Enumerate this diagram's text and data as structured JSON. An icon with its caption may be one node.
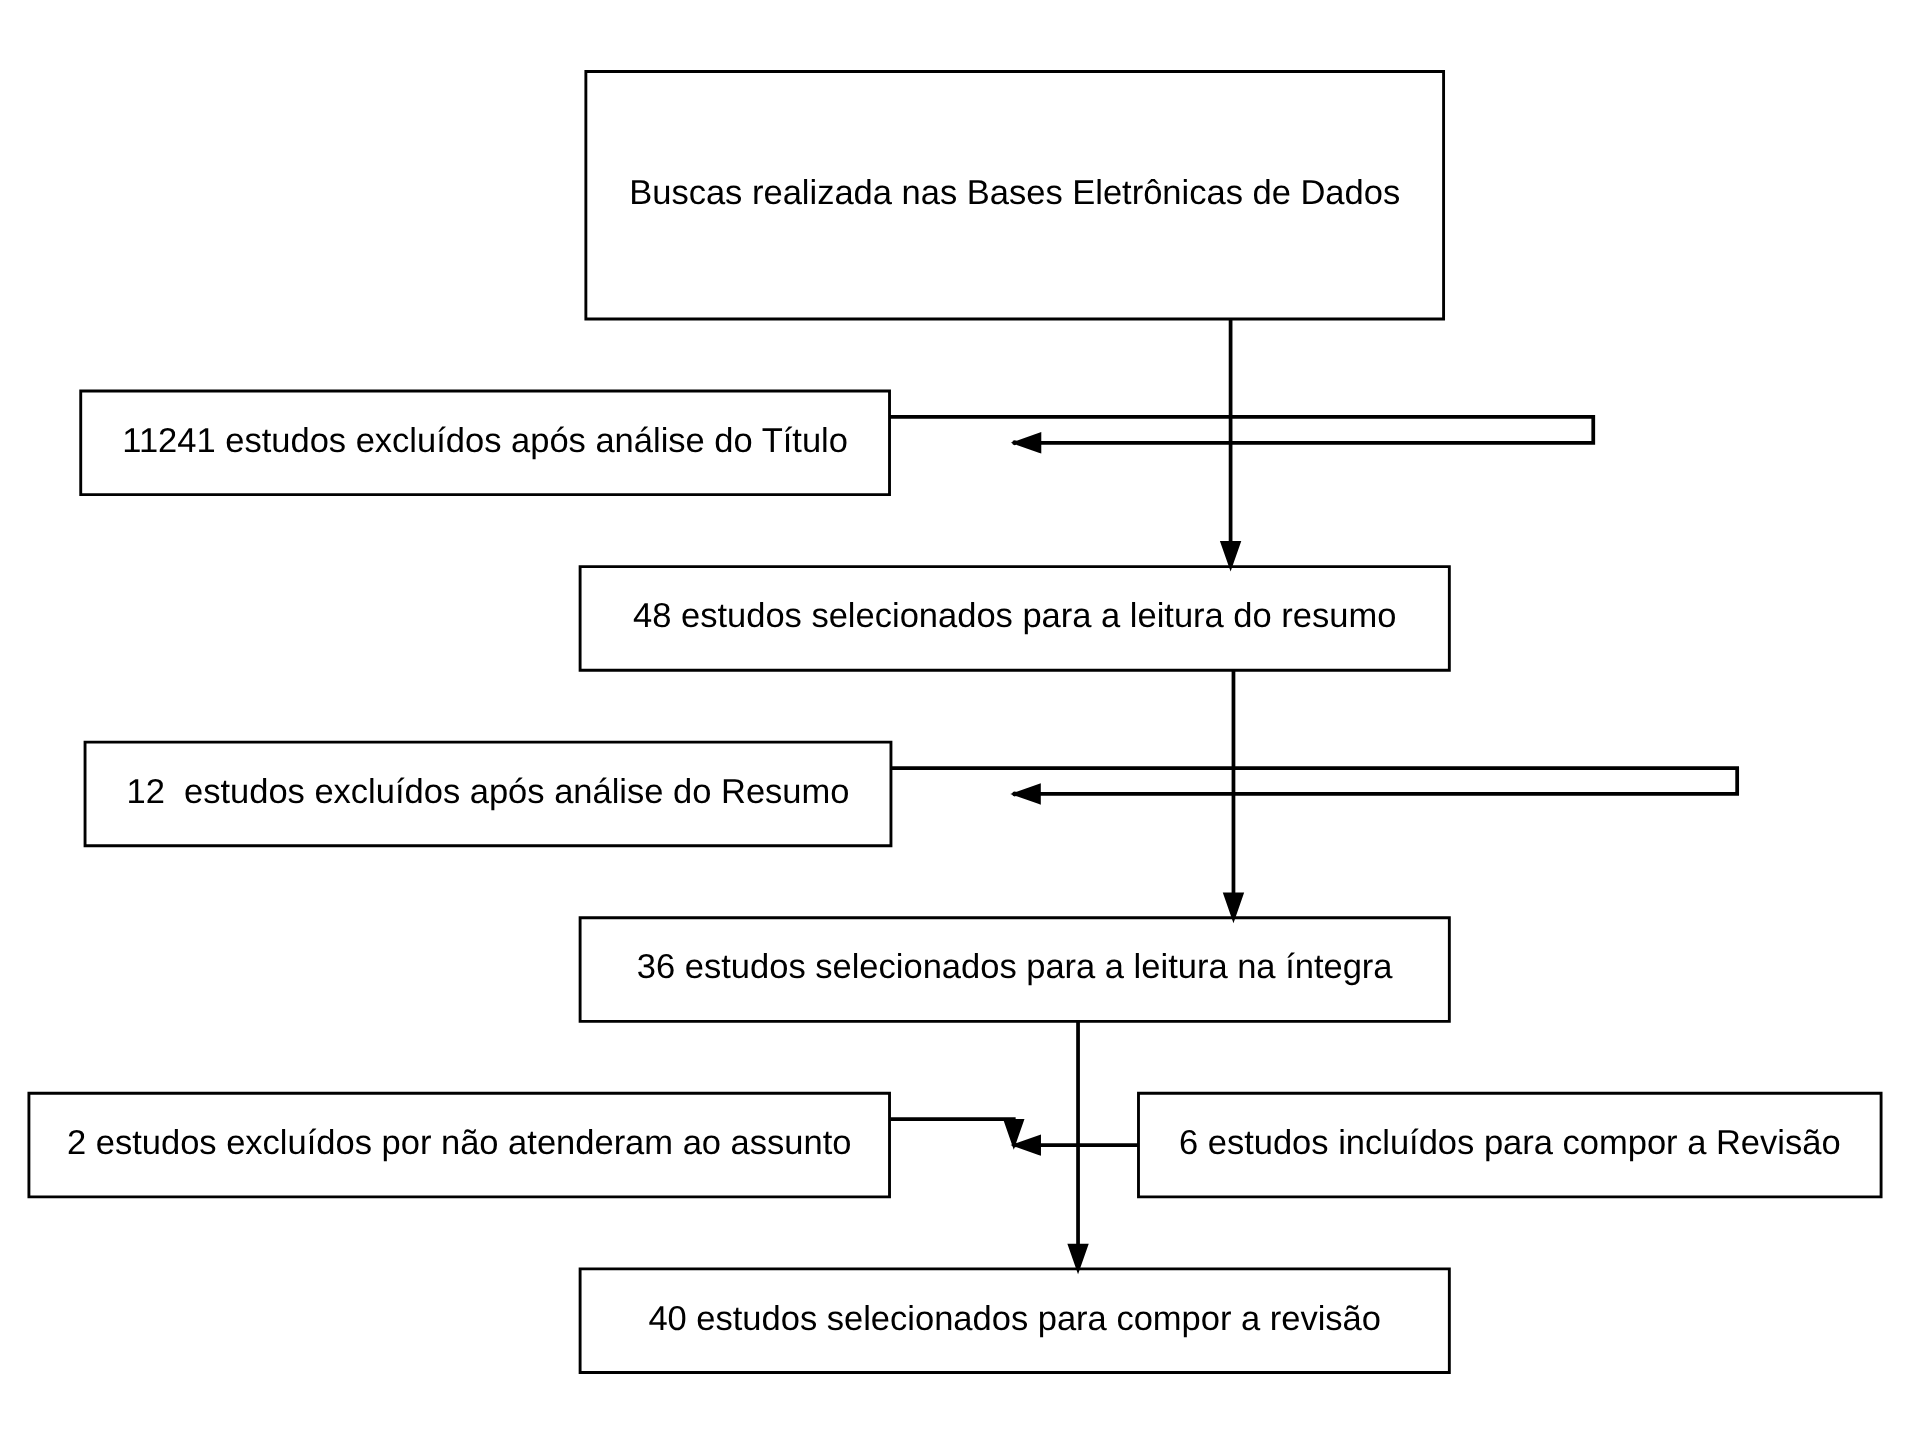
{
  "diagram": {
    "nodes": [
      {
        "text": [
          "Buscas realizada nas Bases Eletrônicas de Dados"
        ]
      },
      {
        "text": [
          "11241 estudos excluídos após análise do Título"
        ]
      },
      {
        "text": [
          "48 estudos selecionados para a leitura do resumo"
        ]
      },
      {
        "text": [
          "12  estudos excluídos após análise do Resumo"
        ]
      },
      {
        "text": [
          "36 estudos selecionados para a leitura na íntegra"
        ]
      },
      {
        "text": [
          "2 estudos excluídos por não atenderam ao assunto"
        ]
      },
      {
        "text": [
          "6 estudos incluídos para compor a Revisão"
        ]
      },
      {
        "text": [
          "40 estudos selecionados para compor a revisão"
        ]
      }
    ],
    "edges": [
      {
        "from": 0,
        "to": 2,
        "arrow": "to"
      },
      {
        "from": 1,
        "to": null,
        "arrow": "to"
      },
      {
        "from": 2,
        "to": 4,
        "arrow": "to"
      },
      {
        "from": 3,
        "to": null,
        "arrow": "to"
      },
      {
        "from": 4,
        "to": 7,
        "arrow": "to"
      },
      {
        "from": 5,
        "to": null,
        "arrow": "to"
      },
      {
        "from": 6,
        "to": null,
        "arrow": "to"
      }
    ]
  }
}
